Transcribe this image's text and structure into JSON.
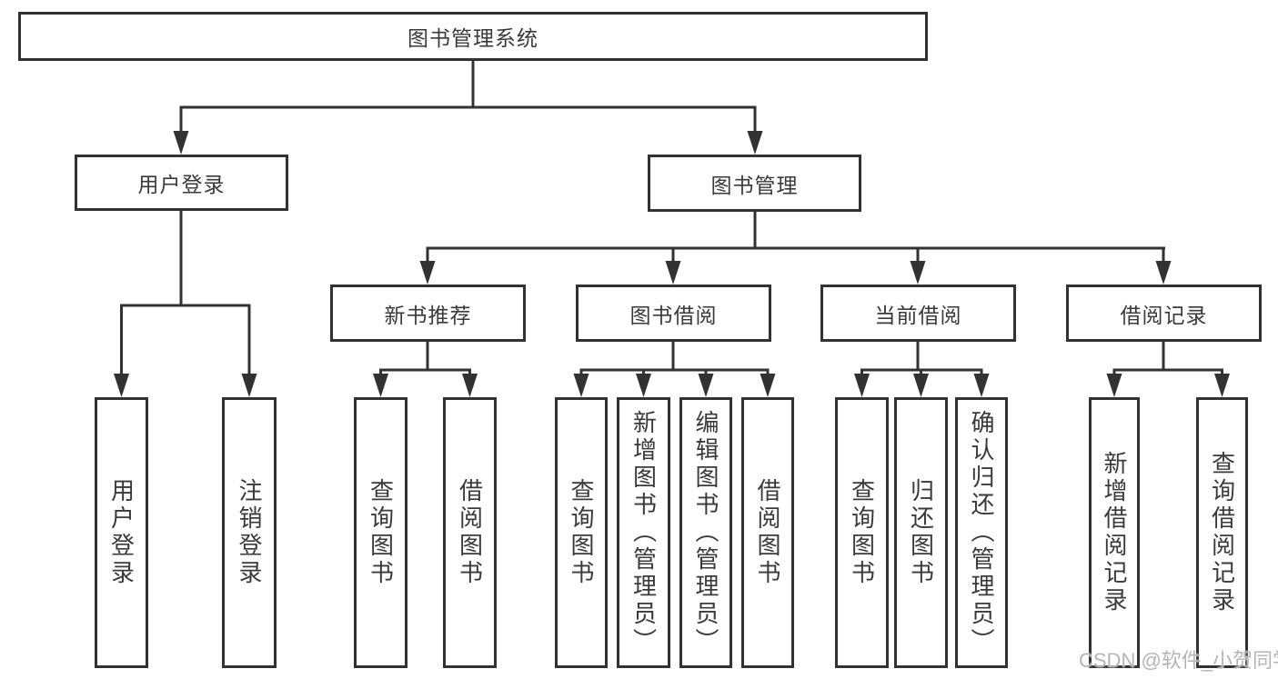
{
  "tree": {
    "root": {
      "label": "图书管理系统",
      "children": [
        {
          "label": "用户登录",
          "children": [
            {
              "label": "用户登录"
            },
            {
              "label": "注销登录"
            }
          ]
        },
        {
          "label": "图书管理",
          "children": [
            {
              "label": "新书推荐",
              "children": [
                {
                  "label": "查询图书"
                },
                {
                  "label": "借阅图书"
                }
              ]
            },
            {
              "label": "图书借阅",
              "children": [
                {
                  "label": "查询图书"
                },
                {
                  "label": "新增图书（管理员）"
                },
                {
                  "label": "编辑图书（管理员）"
                },
                {
                  "label": "借阅图书"
                }
              ]
            },
            {
              "label": "当前借阅",
              "children": [
                {
                  "label": "查询图书"
                },
                {
                  "label": "归还图书"
                },
                {
                  "label": "确认归还（管理员）"
                }
              ]
            },
            {
              "label": "借阅记录",
              "children": [
                {
                  "label": "新增借阅记录"
                },
                {
                  "label": "查询借阅记录"
                }
              ]
            }
          ]
        }
      ]
    }
  },
  "watermark": {
    "text": "CSDN @软件_小贺同学"
  },
  "colors": {
    "line": "#323232",
    "text": "#3a3a3a",
    "box_fill": "#ffffff",
    "background": "#ffffff",
    "watermark": "#b5b5b5"
  }
}
